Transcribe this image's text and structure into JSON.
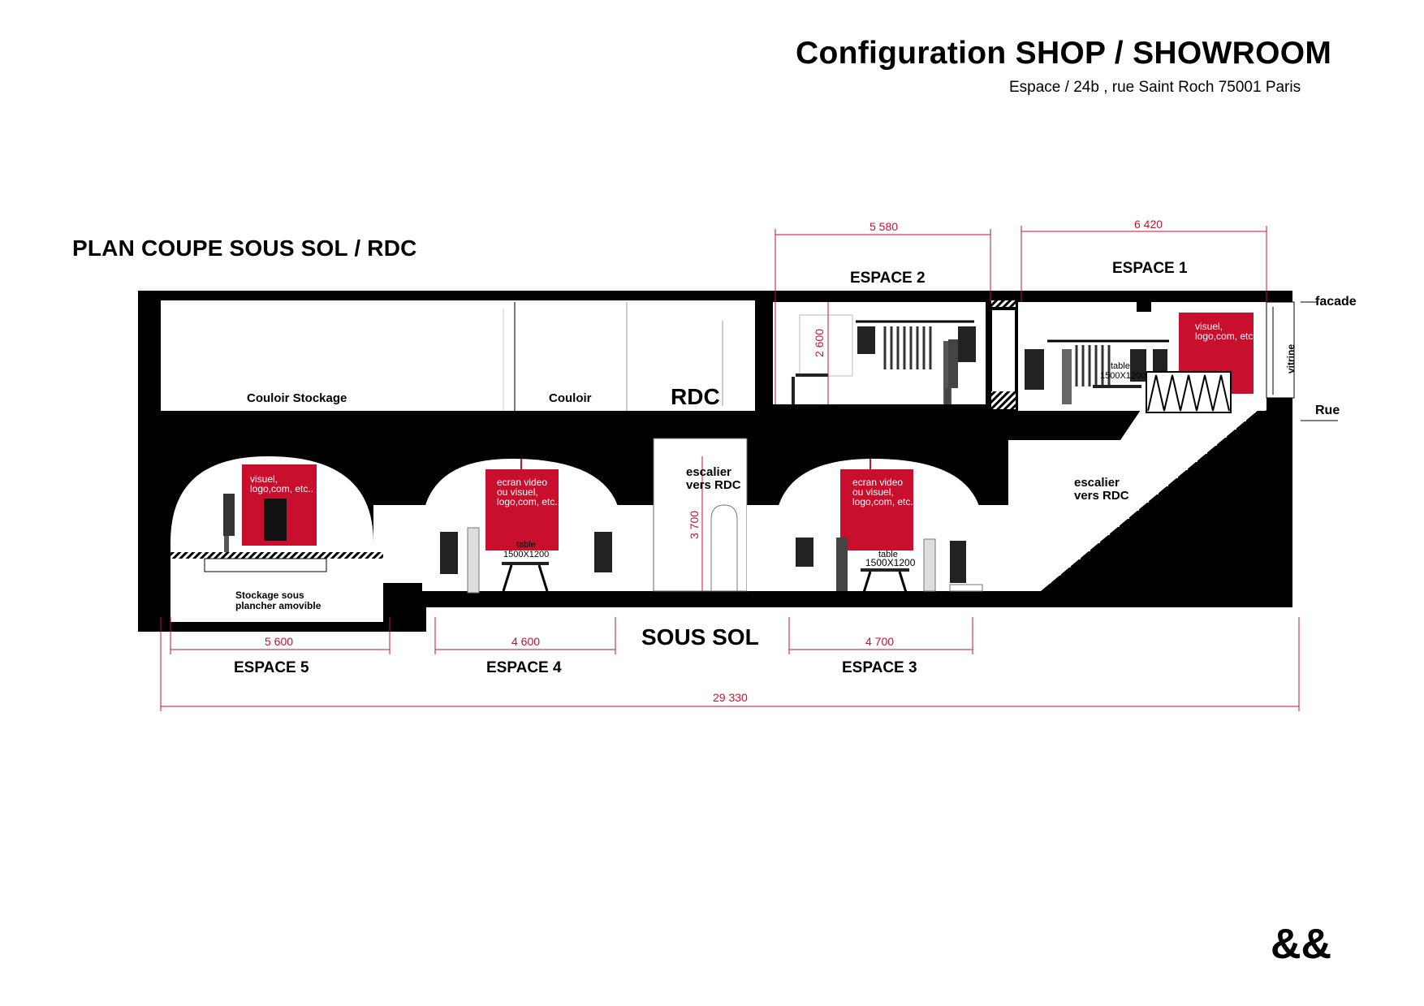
{
  "header": {
    "title": "Configuration SHOP / SHOWROOM",
    "subtitle": "Espace / 24b , rue Saint Roch 75001  Paris"
  },
  "plan": {
    "title": "PLAN COUPE SOUS SOL / RDC",
    "level_rdc": "RDC",
    "level_sous_sol": "SOUS SOL",
    "facade": "facade",
    "rue": "Rue",
    "vitrine": "vitrine"
  },
  "rooms": {
    "couloir_stockage": "Couloir  Stockage",
    "couloir": "Couloir",
    "escalier_1": "escalier",
    "escalier_2": "vers RDC",
    "stockage_1": "Stockage sous",
    "stockage_2": "plancher amovible"
  },
  "spaces": {
    "espace1": "ESPACE 1",
    "espace2": "ESPACE 2",
    "espace3": "ESPACE 3",
    "espace4": "ESPACE 4",
    "espace5": "ESPACE 5"
  },
  "dimensions": {
    "espace1_width": "6 420",
    "espace2_width": "5 580",
    "espace2_height": "2 600",
    "espace3_width": "4 700",
    "espace4_width": "4 600",
    "espace5_width": "5 600",
    "stair_height": "3 700",
    "total_width": "29 330"
  },
  "signs": {
    "visuel_1": "visuel,",
    "visuel_2": "logo,com, etc..",
    "ecran_1": "ecran video",
    "ecran_2": "ou visuel,",
    "ecran_3": "logo,com, etc..",
    "table_1": "table",
    "table_size_a": "1500X1200",
    "table_size_b": "1500X1200"
  },
  "logo": "&&",
  "colors": {
    "accent": "#c8102e",
    "wall": "#000000"
  }
}
